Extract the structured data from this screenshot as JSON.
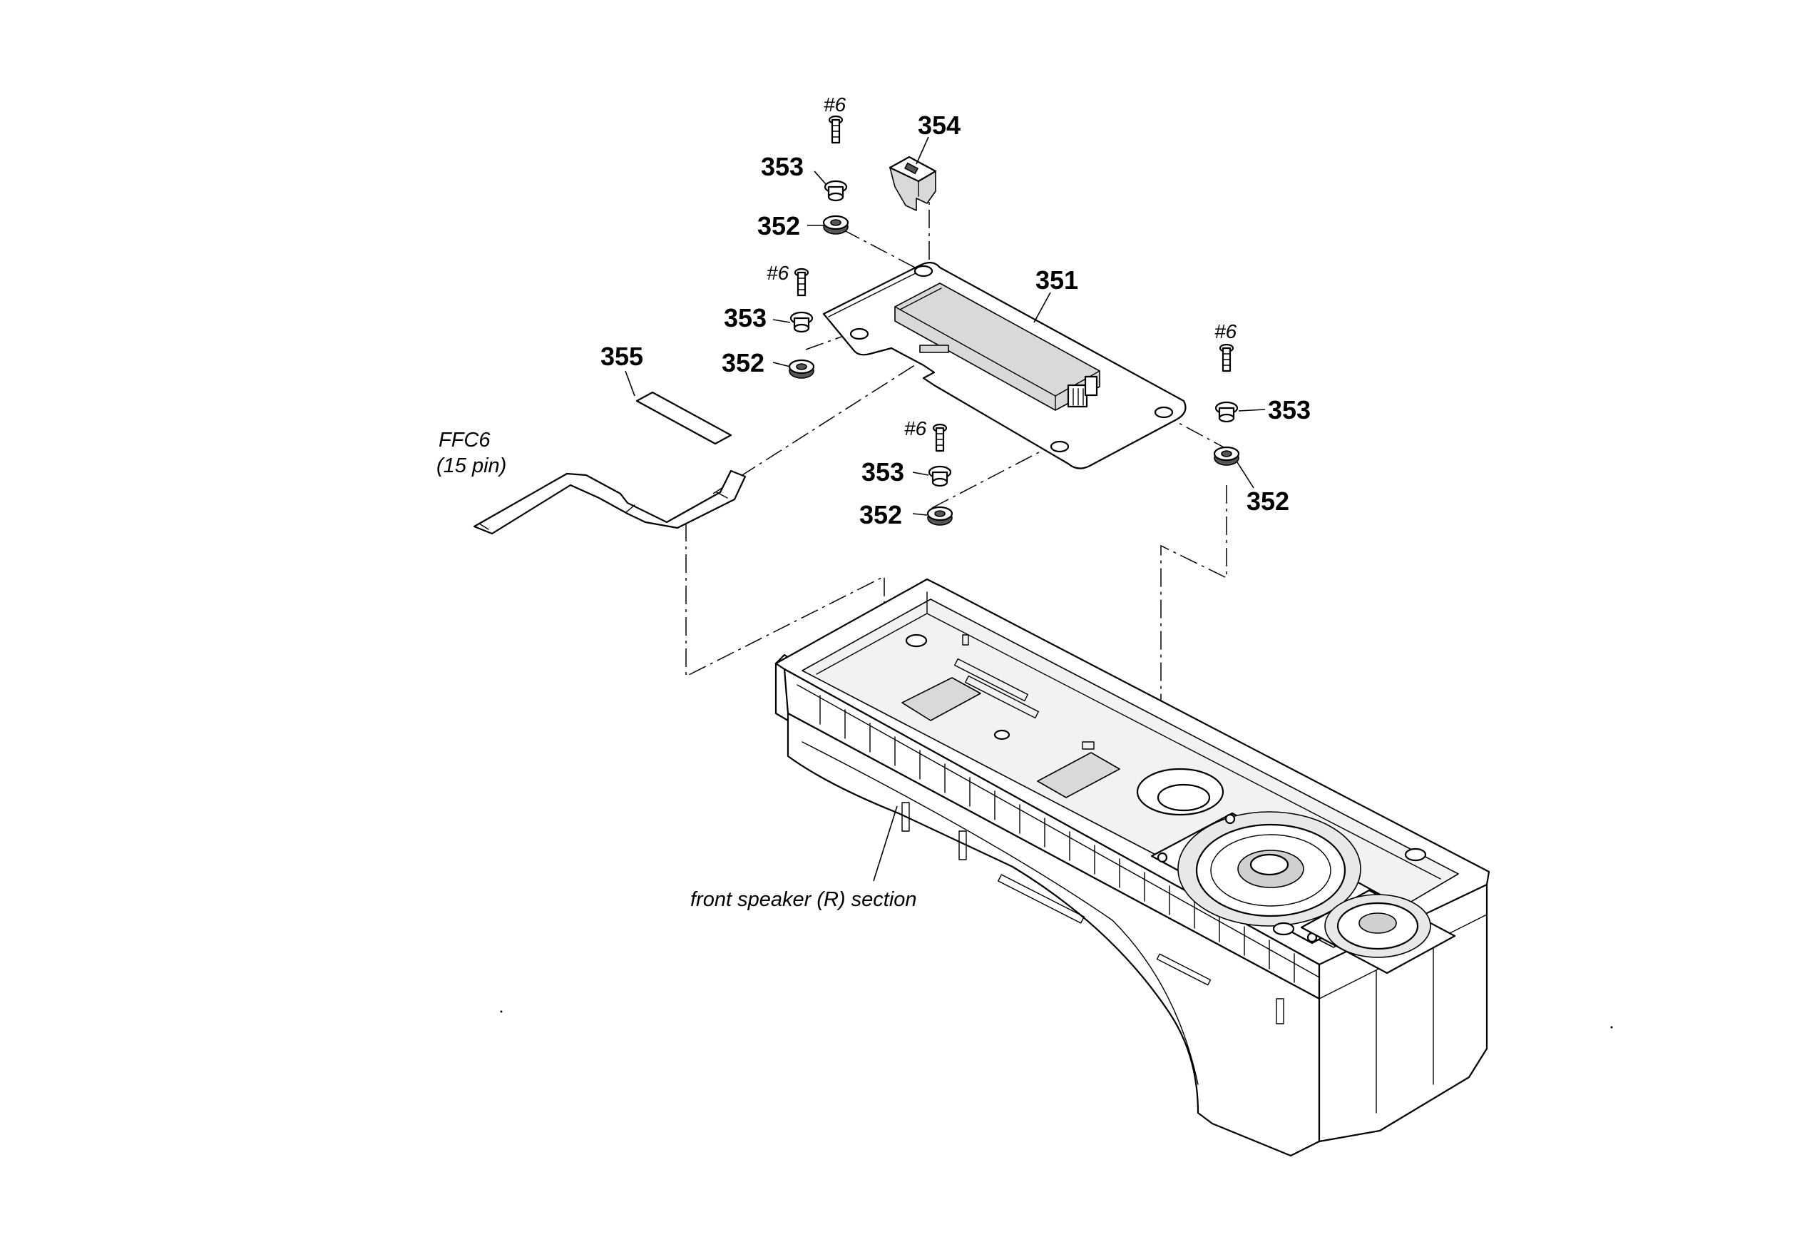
{
  "diagram": {
    "parts": {
      "p351": "351",
      "p352": "352",
      "p353": "353",
      "p354": "354",
      "p355": "355"
    },
    "screw_label": "#6",
    "cable_name": "FFC6",
    "cable_pins": "(15 pin)",
    "section_note": "front speaker (R) section"
  }
}
